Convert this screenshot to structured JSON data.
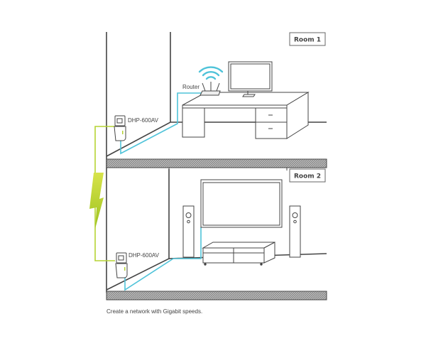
{
  "rooms": [
    {
      "label": "Room 1"
    },
    {
      "label": "Room 2"
    }
  ],
  "devices": {
    "router_label": "Router",
    "adapter_top_label": "DHP-600AV",
    "adapter_bottom_label": "DHP-600AV"
  },
  "caption": "Create a network with Gigabit speeds.",
  "colors": {
    "ethernet": "#4fc3d9",
    "powerline": "#b5d334",
    "line": "#444444"
  }
}
